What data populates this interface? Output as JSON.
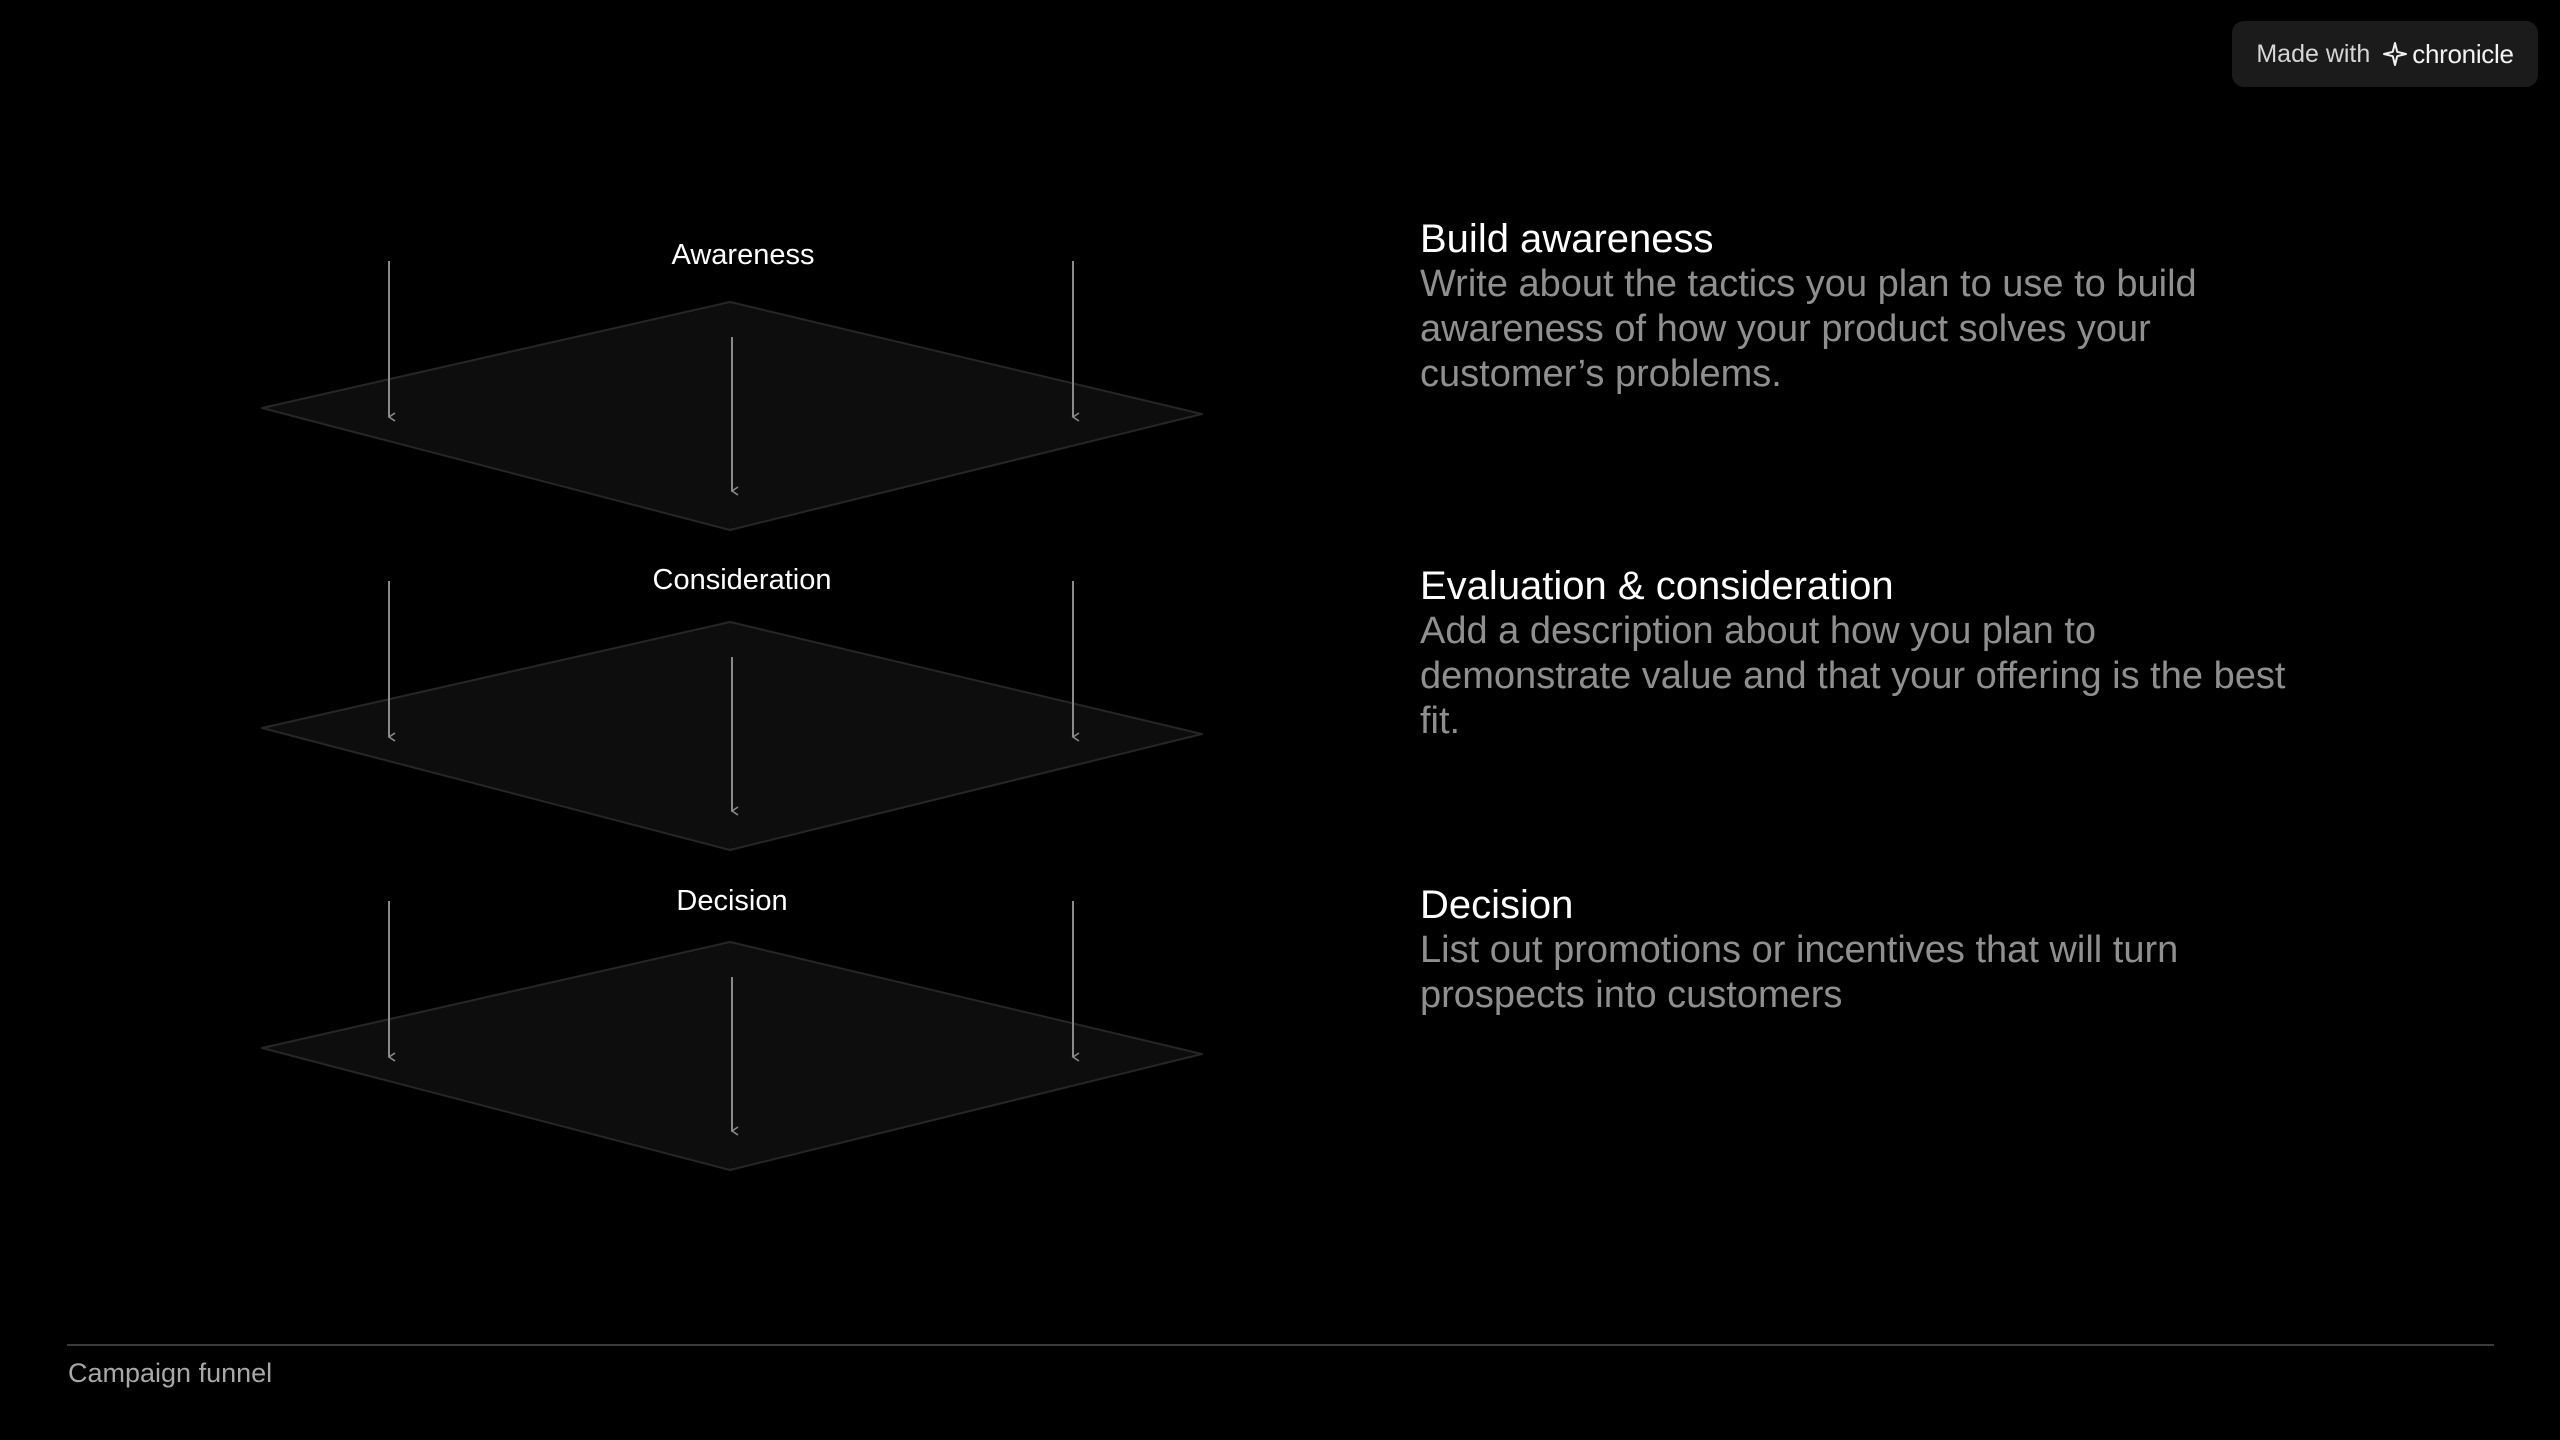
{
  "badge": {
    "made_with": "Made with",
    "brand": "chronicle",
    "brand_icon": "sparkle-icon"
  },
  "funnel": {
    "stages": [
      {
        "label": "Awareness"
      },
      {
        "label": "Consideration"
      },
      {
        "label": "Decision"
      }
    ]
  },
  "sections": [
    {
      "title": "Build awareness",
      "body": "Write about the tactics you plan to use to build awareness of how your product solves your customer’s problems."
    },
    {
      "title": "Evaluation & consideration",
      "body": "Add a description about how you plan to demonstrate value and that your offering is the best fit."
    },
    {
      "title": "Decision",
      "body": "List out promotions or incentives that will turn prospects into customers"
    }
  ],
  "footer": {
    "title": "Campaign funnel"
  },
  "colors": {
    "background": "#000000",
    "heading": "#ffffff",
    "body_text": "#8f8f8f",
    "badge_bg": "#1b1b1b",
    "diamond_fill": "#0d0d0d",
    "diamond_stroke": "#262626",
    "arrow": "#8a8a8a"
  }
}
